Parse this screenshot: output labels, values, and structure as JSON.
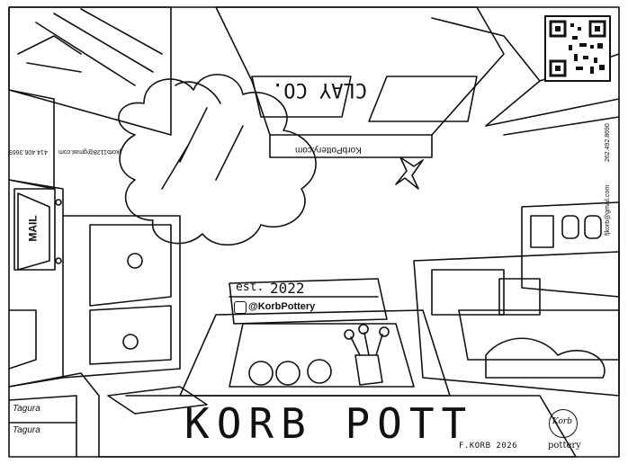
{
  "artwork": {
    "est_label": "est.",
    "est_year": "2022",
    "website_sign": "KorbPottery.com",
    "instagram_handle": "@KorbPottery",
    "storefront_text": "KORB POTT",
    "overhead_sign_text": "CLAY CO.",
    "mail_sign": "MAIL",
    "box_label_top": "Tagura",
    "box_label_bottom": "Tagura",
    "signature": "F.KORB 2026",
    "logo_word": "pottery",
    "logo_script": "Korb",
    "contact_left_email": "jkorb1128@gmail.com",
    "contact_left_phone": "414.406.3669",
    "contact_right_email": "fjkorb@gmail.com",
    "contact_right_phone": "262.492.8690"
  },
  "colors": {
    "ink": "#111111",
    "paper": "#ffffff"
  },
  "icons": [
    "qr-code-icon",
    "instagram-icon",
    "pinwheel-icon",
    "flower-pot-icon",
    "cloud-tree-icon"
  ]
}
